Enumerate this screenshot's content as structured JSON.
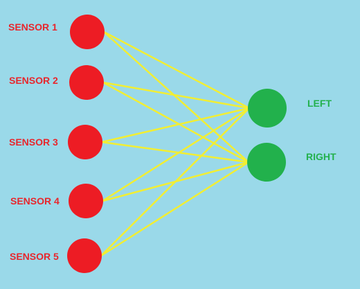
{
  "colors": {
    "background": "#9ad9e9",
    "input_node": "#ed1c24",
    "output_node": "#22b14c",
    "connection": "#f2ee32",
    "input_label": "#e8262c",
    "output_label": "#23b14d"
  },
  "inputs": [
    {
      "label": "SENSOR 1"
    },
    {
      "label": "SENSOR 2"
    },
    {
      "label": "SENSOR 3"
    },
    {
      "label": "SENSOR 4"
    },
    {
      "label": "SENSOR 5"
    }
  ],
  "outputs": [
    {
      "label": "LEFT"
    },
    {
      "label": "RIGHT"
    }
  ]
}
